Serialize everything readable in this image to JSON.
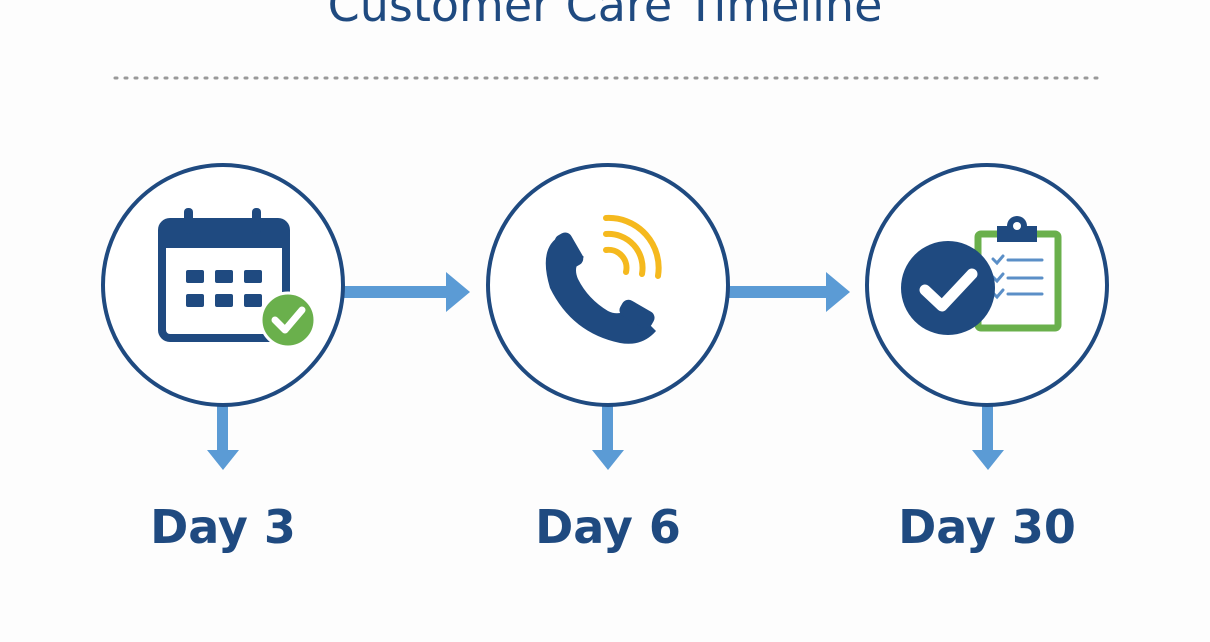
{
  "title": "Customer Care Timeline",
  "steps": [
    {
      "label": "Day 3",
      "icon": "calendar-check-icon"
    },
    {
      "label": "Day 6",
      "icon": "phone-ringing-icon"
    },
    {
      "label": "Day 30",
      "icon": "clipboard-check-icon"
    }
  ],
  "colors": {
    "navy": "#1f4a80",
    "arrow": "#5b9bd5",
    "green": "#6ab04c",
    "yellow": "#f5b91e",
    "divider": "#999999"
  }
}
